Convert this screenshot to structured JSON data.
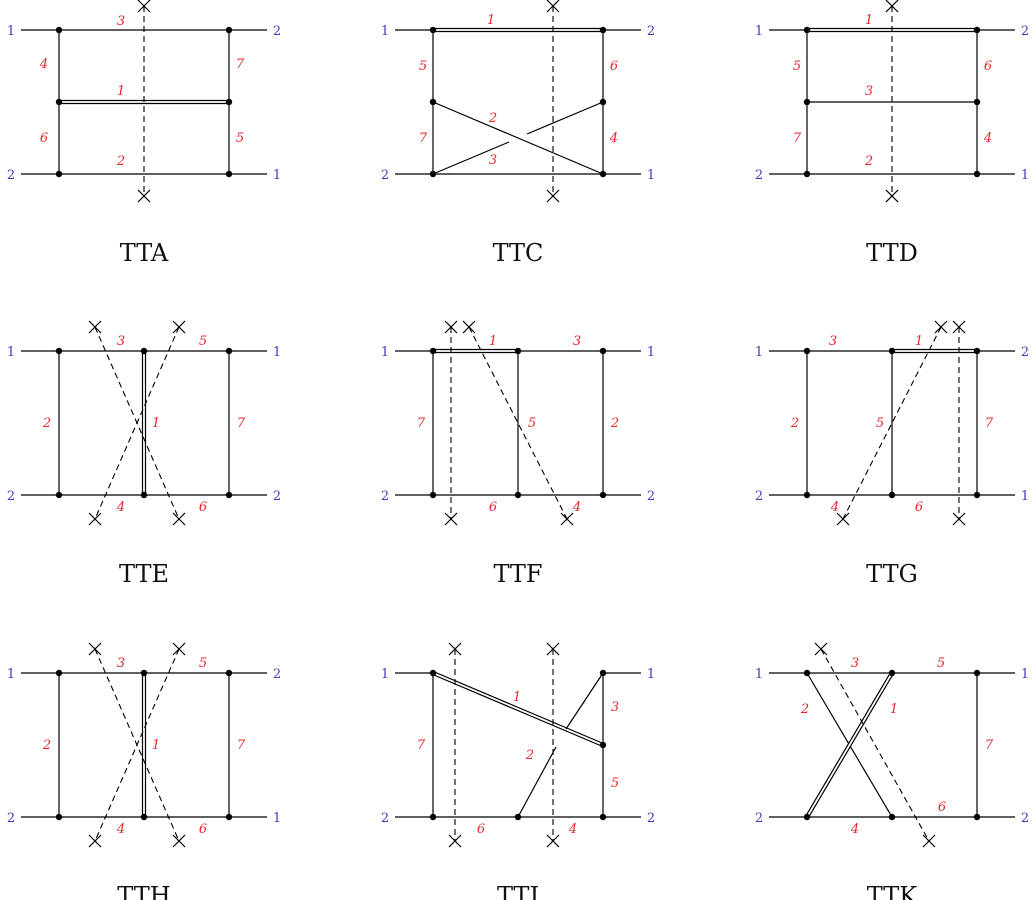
{
  "colors": {
    "line": "#000000",
    "propagator_label": "#e8262b",
    "external_label": "#3d3dbf",
    "caption": "#111111"
  },
  "diagrams": [
    {
      "caption": "TTA",
      "ext": {
        "tl": "1",
        "tr": "2",
        "bl": "2",
        "br": "1"
      },
      "labels": [
        "3",
        "1",
        "2",
        "4",
        "6",
        "7",
        "5"
      ]
    },
    {
      "caption": "TTC",
      "ext": {
        "tl": "1",
        "tr": "2",
        "bl": "2",
        "br": "1"
      },
      "labels": [
        "1",
        "5",
        "7",
        "6",
        "4",
        "2",
        "3"
      ]
    },
    {
      "caption": "TTD",
      "ext": {
        "tl": "1",
        "tr": "2",
        "bl": "2",
        "br": "1"
      },
      "labels": [
        "1",
        "5",
        "7",
        "6",
        "4",
        "3",
        "2"
      ]
    },
    {
      "caption": "TTE",
      "ext": {
        "tl": "1",
        "tr": "1",
        "bl": "2",
        "br": "2"
      },
      "labels": [
        "3",
        "5",
        "2",
        "1",
        "7",
        "4",
        "6"
      ]
    },
    {
      "caption": "TTF",
      "ext": {
        "tl": "1",
        "tr": "1",
        "bl": "2",
        "br": "2"
      },
      "labels": [
        "1",
        "3",
        "7",
        "5",
        "2",
        "6",
        "4"
      ]
    },
    {
      "caption": "TTG",
      "ext": {
        "tl": "1",
        "tr": "2",
        "bl": "2",
        "br": "1"
      },
      "labels": [
        "3",
        "1",
        "2",
        "5",
        "7",
        "4",
        "6"
      ]
    },
    {
      "caption": "TTH",
      "ext": {
        "tl": "1",
        "tr": "2",
        "bl": "2",
        "br": "1"
      },
      "labels": [
        "3",
        "5",
        "2",
        "1",
        "7",
        "4",
        "6"
      ]
    },
    {
      "caption": "TTJ",
      "ext": {
        "tl": "1",
        "tr": "1",
        "bl": "2",
        "br": "2"
      },
      "labels": [
        "1",
        "3",
        "7",
        "2",
        "5",
        "6",
        "4"
      ]
    },
    {
      "caption": "TTK",
      "ext": {
        "tl": "1",
        "tr": "1",
        "bl": "2",
        "br": "2"
      },
      "labels": [
        "3",
        "5",
        "2",
        "1",
        "7",
        "4",
        "6"
      ]
    }
  ]
}
